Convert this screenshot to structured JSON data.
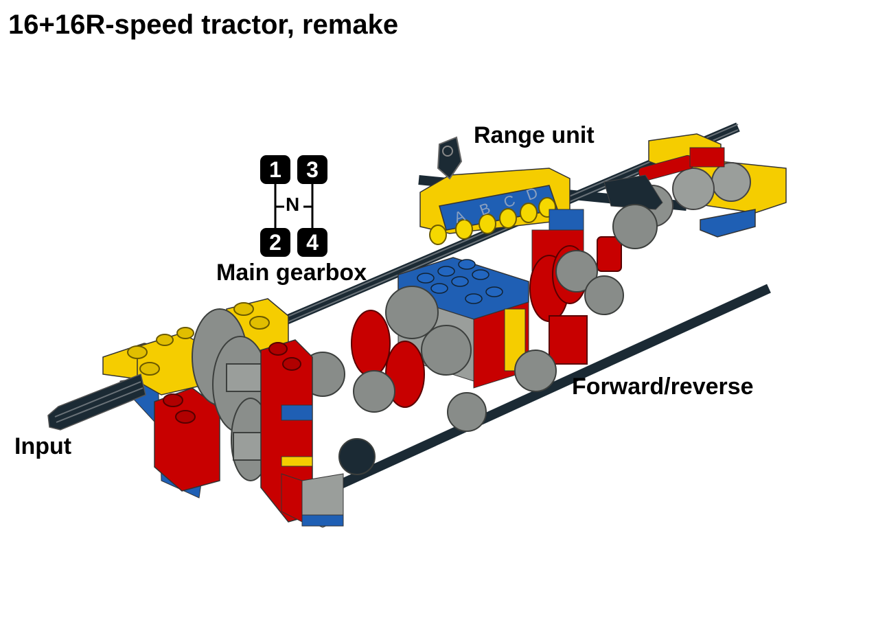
{
  "title": "16+16R-speed tractor, remake",
  "labels": {
    "range_unit": "Range unit",
    "main_gearbox": "Main gearbox",
    "forward_reverse": "Forward/reverse",
    "input": "Input"
  },
  "shift_pattern": {
    "gears": [
      "1",
      "3",
      "2",
      "4"
    ],
    "neutral": "N"
  },
  "range_selector_letters": [
    "A",
    "B",
    "C",
    "D"
  ],
  "colors": {
    "yellow": "#f5cd00",
    "red": "#c80000",
    "blue": "#1f5fb4",
    "light_gray": "#9a9e9b",
    "dark_gray": "#5a5e5c",
    "black": "#1b2a34"
  }
}
